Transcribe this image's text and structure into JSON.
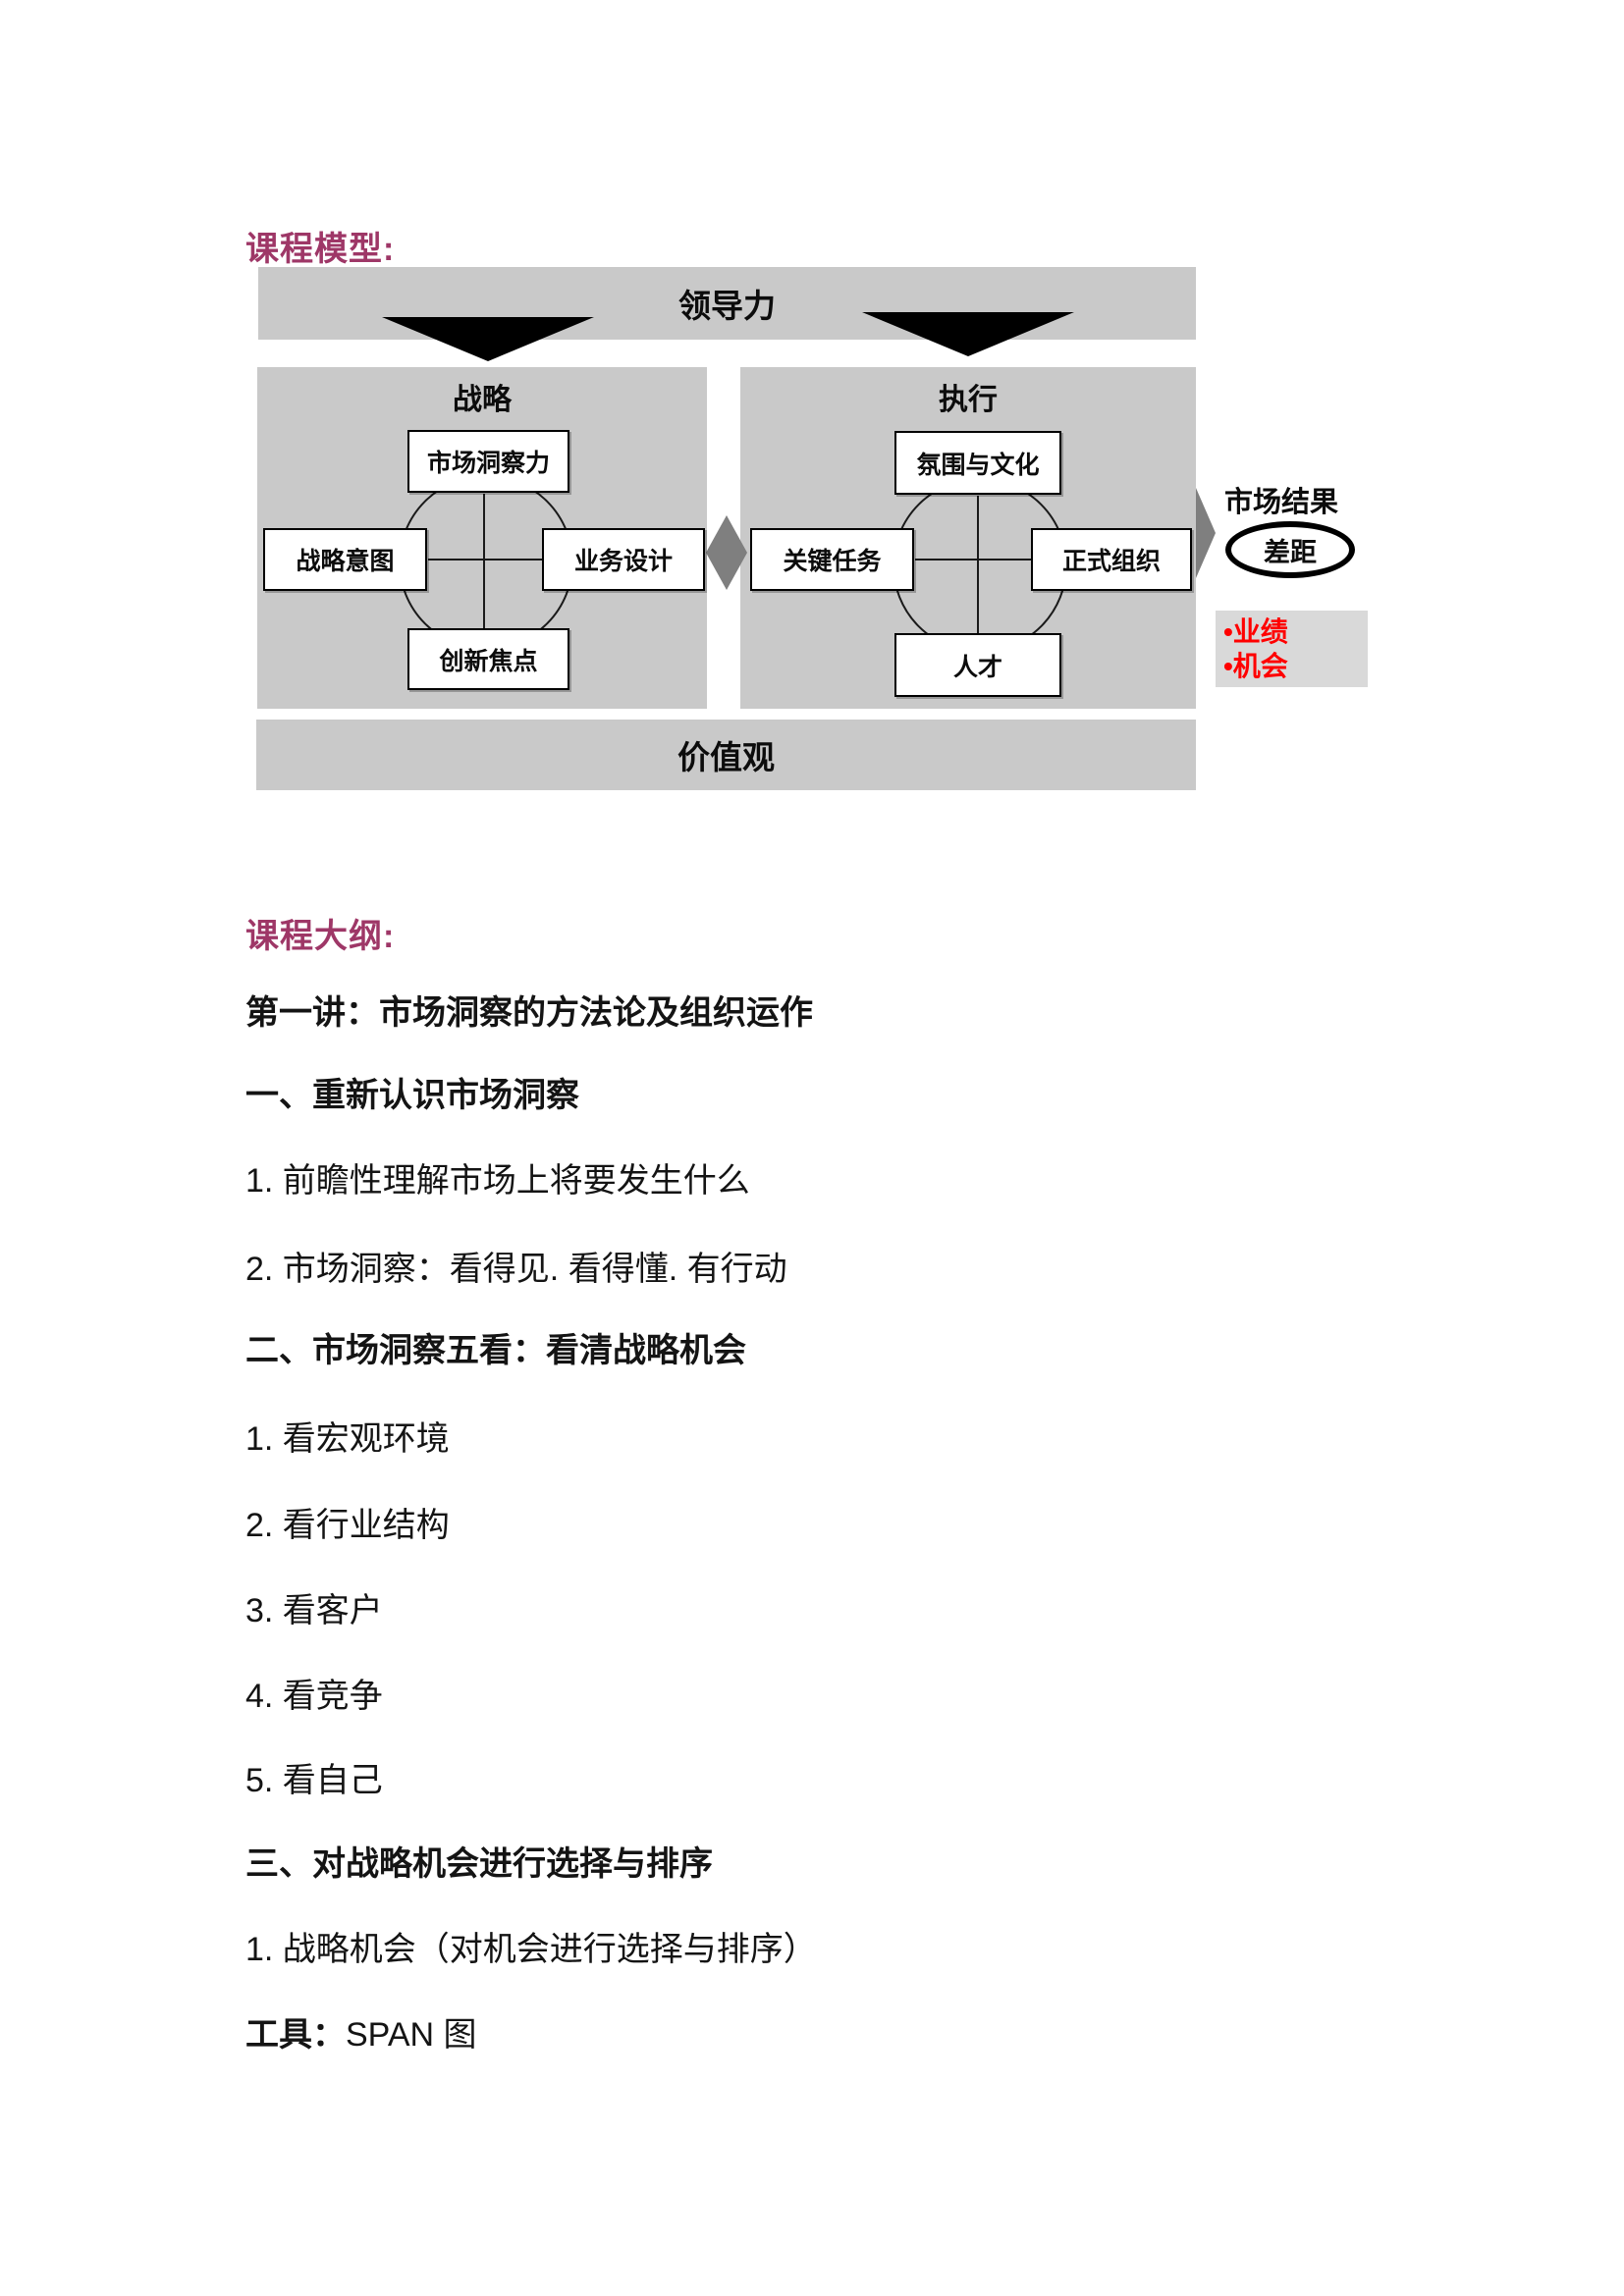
{
  "headings": {
    "model": "课程模型:",
    "outline": "课程大纲:"
  },
  "diagram": {
    "leadership_label": "领导力",
    "values_label": "价值观",
    "strategy": {
      "title": "战略",
      "top": "市场洞察力",
      "left": "战略意图",
      "right": "业务设计",
      "bottom": "创新焦点"
    },
    "execution": {
      "title": "执行",
      "top": "氛围与文化",
      "left": "关键任务",
      "right": "正式组织",
      "bottom": "人才"
    },
    "market_result_label": "市场结果",
    "gap_label": "差距",
    "result_items": [
      "•业绩",
      "•机会"
    ],
    "colors": {
      "band_gray": "#C9C9C9",
      "dark_gray": "#7F7F7F",
      "result_box_gray": "#D9D9D9",
      "result_text_red": "#FF0000",
      "heading_magenta": "#9E3767"
    }
  },
  "outline": {
    "lines": [
      "第一讲：市场洞察的方法论及组织运作",
      "一、重新认识市场洞察",
      "1. 前瞻性理解市场上将要发生什么",
      "2. 市场洞察：看得见. 看得懂. 有行动",
      "二、市场洞察五看：看清战略机会",
      "1. 看宏观环境",
      "2. 看行业结构",
      "3. 看客户",
      "4. 看竞争",
      "5. 看自己",
      "三、对战略机会进行选择与排序",
      "1. 战略机会（对机会进行选择与排序）"
    ],
    "tool": {
      "label": "工具：",
      "value": "SPAN 图"
    }
  }
}
